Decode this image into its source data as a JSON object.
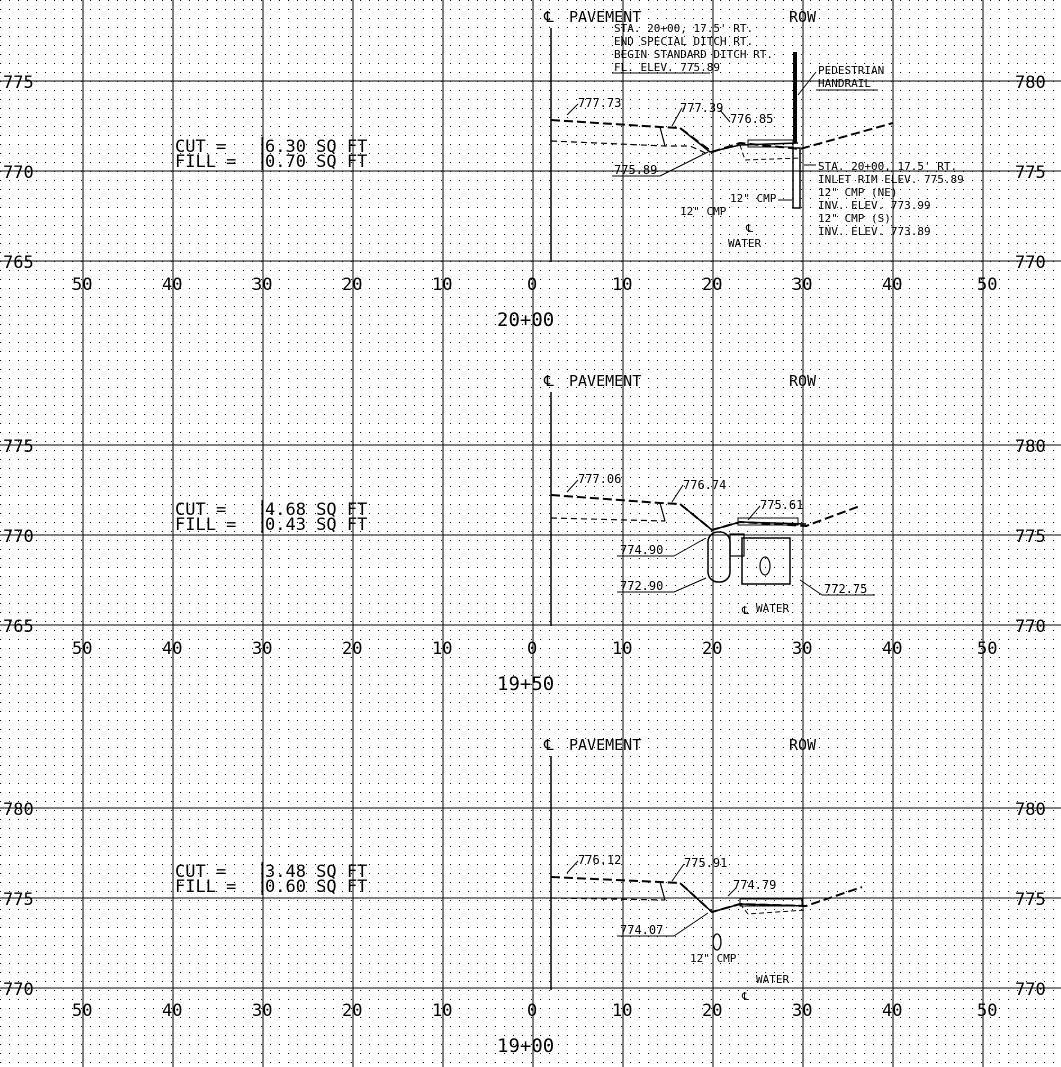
{
  "drawing": {
    "sections": [
      {
        "station": "20+00",
        "left_elev_labels": [
          "775",
          "770",
          "765"
        ],
        "right_elev_labels": [
          "780",
          "775",
          "770"
        ],
        "offset_labels": [
          "50",
          "40",
          "30",
          "20",
          "10",
          "0",
          "10",
          "20",
          "30",
          "40",
          "50"
        ],
        "cl_label": "PAVEMENT",
        "row_label": "ROW",
        "cut_label": "CUT =",
        "cut_value": "6.30 SQ FT",
        "fill_label": "FILL =",
        "fill_value": "0.70 SQ FT",
        "elevations": [
          "777.73",
          "777.39",
          "776.85",
          "775.89"
        ],
        "note_top": [
          "STA. 20+00, 17.5' RT.",
          "END SPECIAL DITCH RT.",
          "BEGIN STANDARD DITCH RT.",
          "FL. ELEV. 775.89"
        ],
        "handrail_note": [
          "PEDESTRIAN",
          "HANDRAIL"
        ],
        "note_inlet": [
          "STA. 20+00, 17.5' RT.",
          "INLET RIM ELEV. 775.89",
          "12\" CMP (NE)",
          "INV. ELEV. 773.99",
          "12\" CMP (S)",
          "INV. ELEV. 773.89"
        ],
        "pipe_labels": [
          "12\" CMP",
          "12\" CMP"
        ],
        "water_label": "WATER"
      },
      {
        "station": "19+50",
        "left_elev_labels": [
          "775",
          "770",
          "765"
        ],
        "right_elev_labels": [
          "780",
          "775",
          "770"
        ],
        "offset_labels": [
          "50",
          "40",
          "30",
          "20",
          "10",
          "0",
          "10",
          "20",
          "30",
          "40",
          "50"
        ],
        "cl_label": "PAVEMENT",
        "row_label": "ROW",
        "cut_label": "CUT =",
        "cut_value": "4.68 SQ FT",
        "fill_label": "FILL =",
        "fill_value": "0.43 SQ FT",
        "elevations": [
          "777.06",
          "776.74",
          "775.61",
          "774.90",
          "772.90",
          "772.75"
        ],
        "water_label": "WATER"
      },
      {
        "station": "19+00",
        "left_elev_labels": [
          "780",
          "775",
          "770"
        ],
        "right_elev_labels": [
          "780",
          "775",
          "770"
        ],
        "offset_labels": [
          "50",
          "40",
          "30",
          "20",
          "10",
          "0",
          "10",
          "20",
          "30",
          "40",
          "50"
        ],
        "cl_label": "PAVEMENT",
        "row_label": "ROW",
        "cut_label": "CUT =",
        "cut_value": "3.48 SQ FT",
        "fill_label": "FILL =",
        "fill_value": "0.60 SQ FT",
        "elevations": [
          "776.12",
          "775.91",
          "774.79",
          "774.07"
        ],
        "pipe_labels": [
          "12\" CMP"
        ],
        "water_label": "WATER"
      }
    ]
  }
}
